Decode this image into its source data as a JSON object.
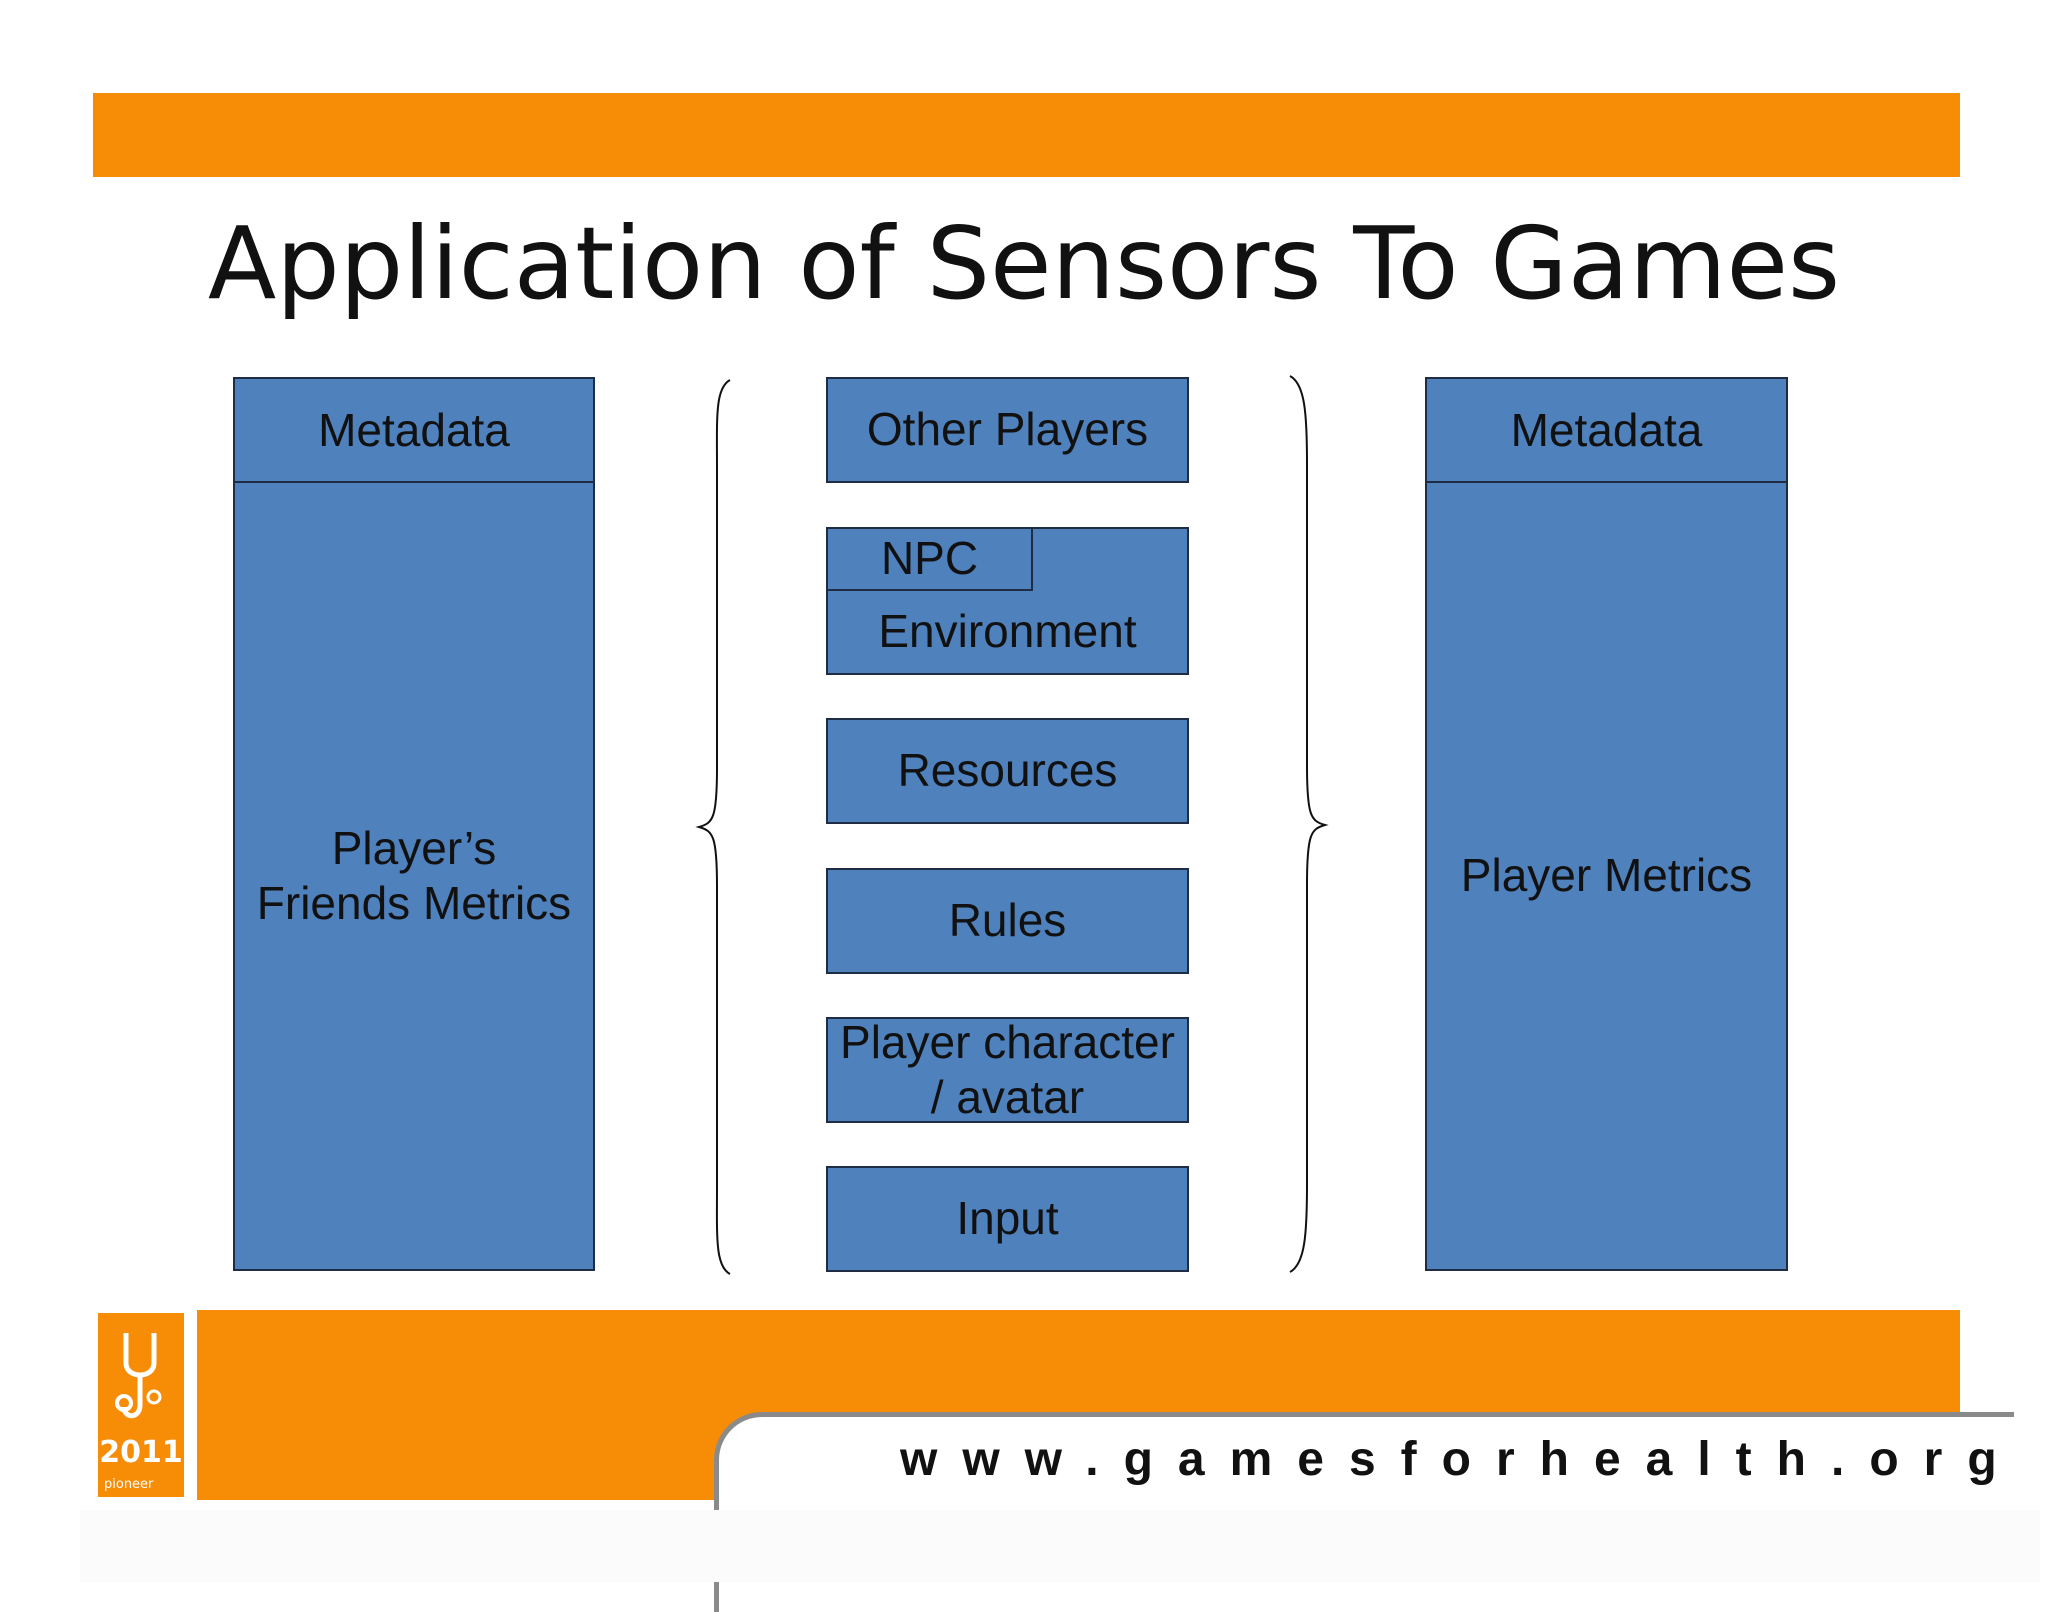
{
  "slide": {
    "title": "Application of Sensors To Games"
  },
  "left_column": {
    "header": "Metadata",
    "body_line1": "Player’s",
    "body_line2": "Friends Metrics"
  },
  "center_column": {
    "other_players": "Other Players",
    "npc": "NPC",
    "environment": "Environment",
    "resources": "Resources",
    "rules": "Rules",
    "player_character_line1": "Player character",
    "player_character_line2": "/ avatar",
    "input": "Input"
  },
  "right_column": {
    "header": "Metadata",
    "body": "Player Metrics"
  },
  "footer": {
    "url": "www.gamesforhealth.org",
    "logo_year": "2011",
    "logo_tagline": "pioneer"
  },
  "colors": {
    "accent_orange": "#f78c07",
    "box_blue": "#4f81bd",
    "box_border": "#1f2d44"
  }
}
